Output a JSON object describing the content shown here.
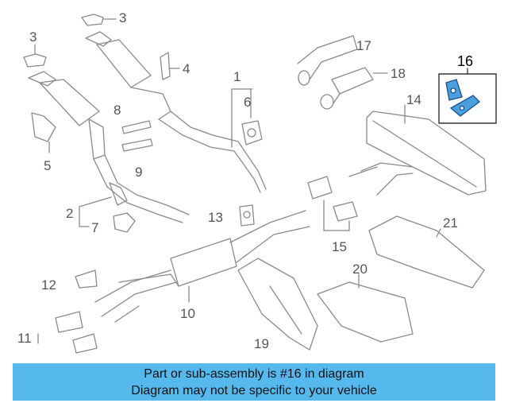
{
  "callouts": {
    "c1": "1",
    "c2": "2",
    "c3a": "3",
    "c3b": "3",
    "c4": "4",
    "c5": "5",
    "c6": "6",
    "c7": "7",
    "c8": "8",
    "c9": "9",
    "c10": "10",
    "c11": "11",
    "c12": "12",
    "c13": "13",
    "c14": "14",
    "c15": "15",
    "c16": "16",
    "c17": "17",
    "c18": "18",
    "c19": "19",
    "c20": "20",
    "c21": "21"
  },
  "highlighted_part": "16",
  "colors": {
    "line": "#7a7a7a",
    "highlight_fill": "#4a9fe0",
    "highlight_stroke": "#1a4f8a",
    "banner_bg": "#56b9ee"
  },
  "banner": {
    "line1": "Part or sub-assembly is #16 in diagram",
    "line2": "Diagram may not be specific to your vehicle"
  }
}
